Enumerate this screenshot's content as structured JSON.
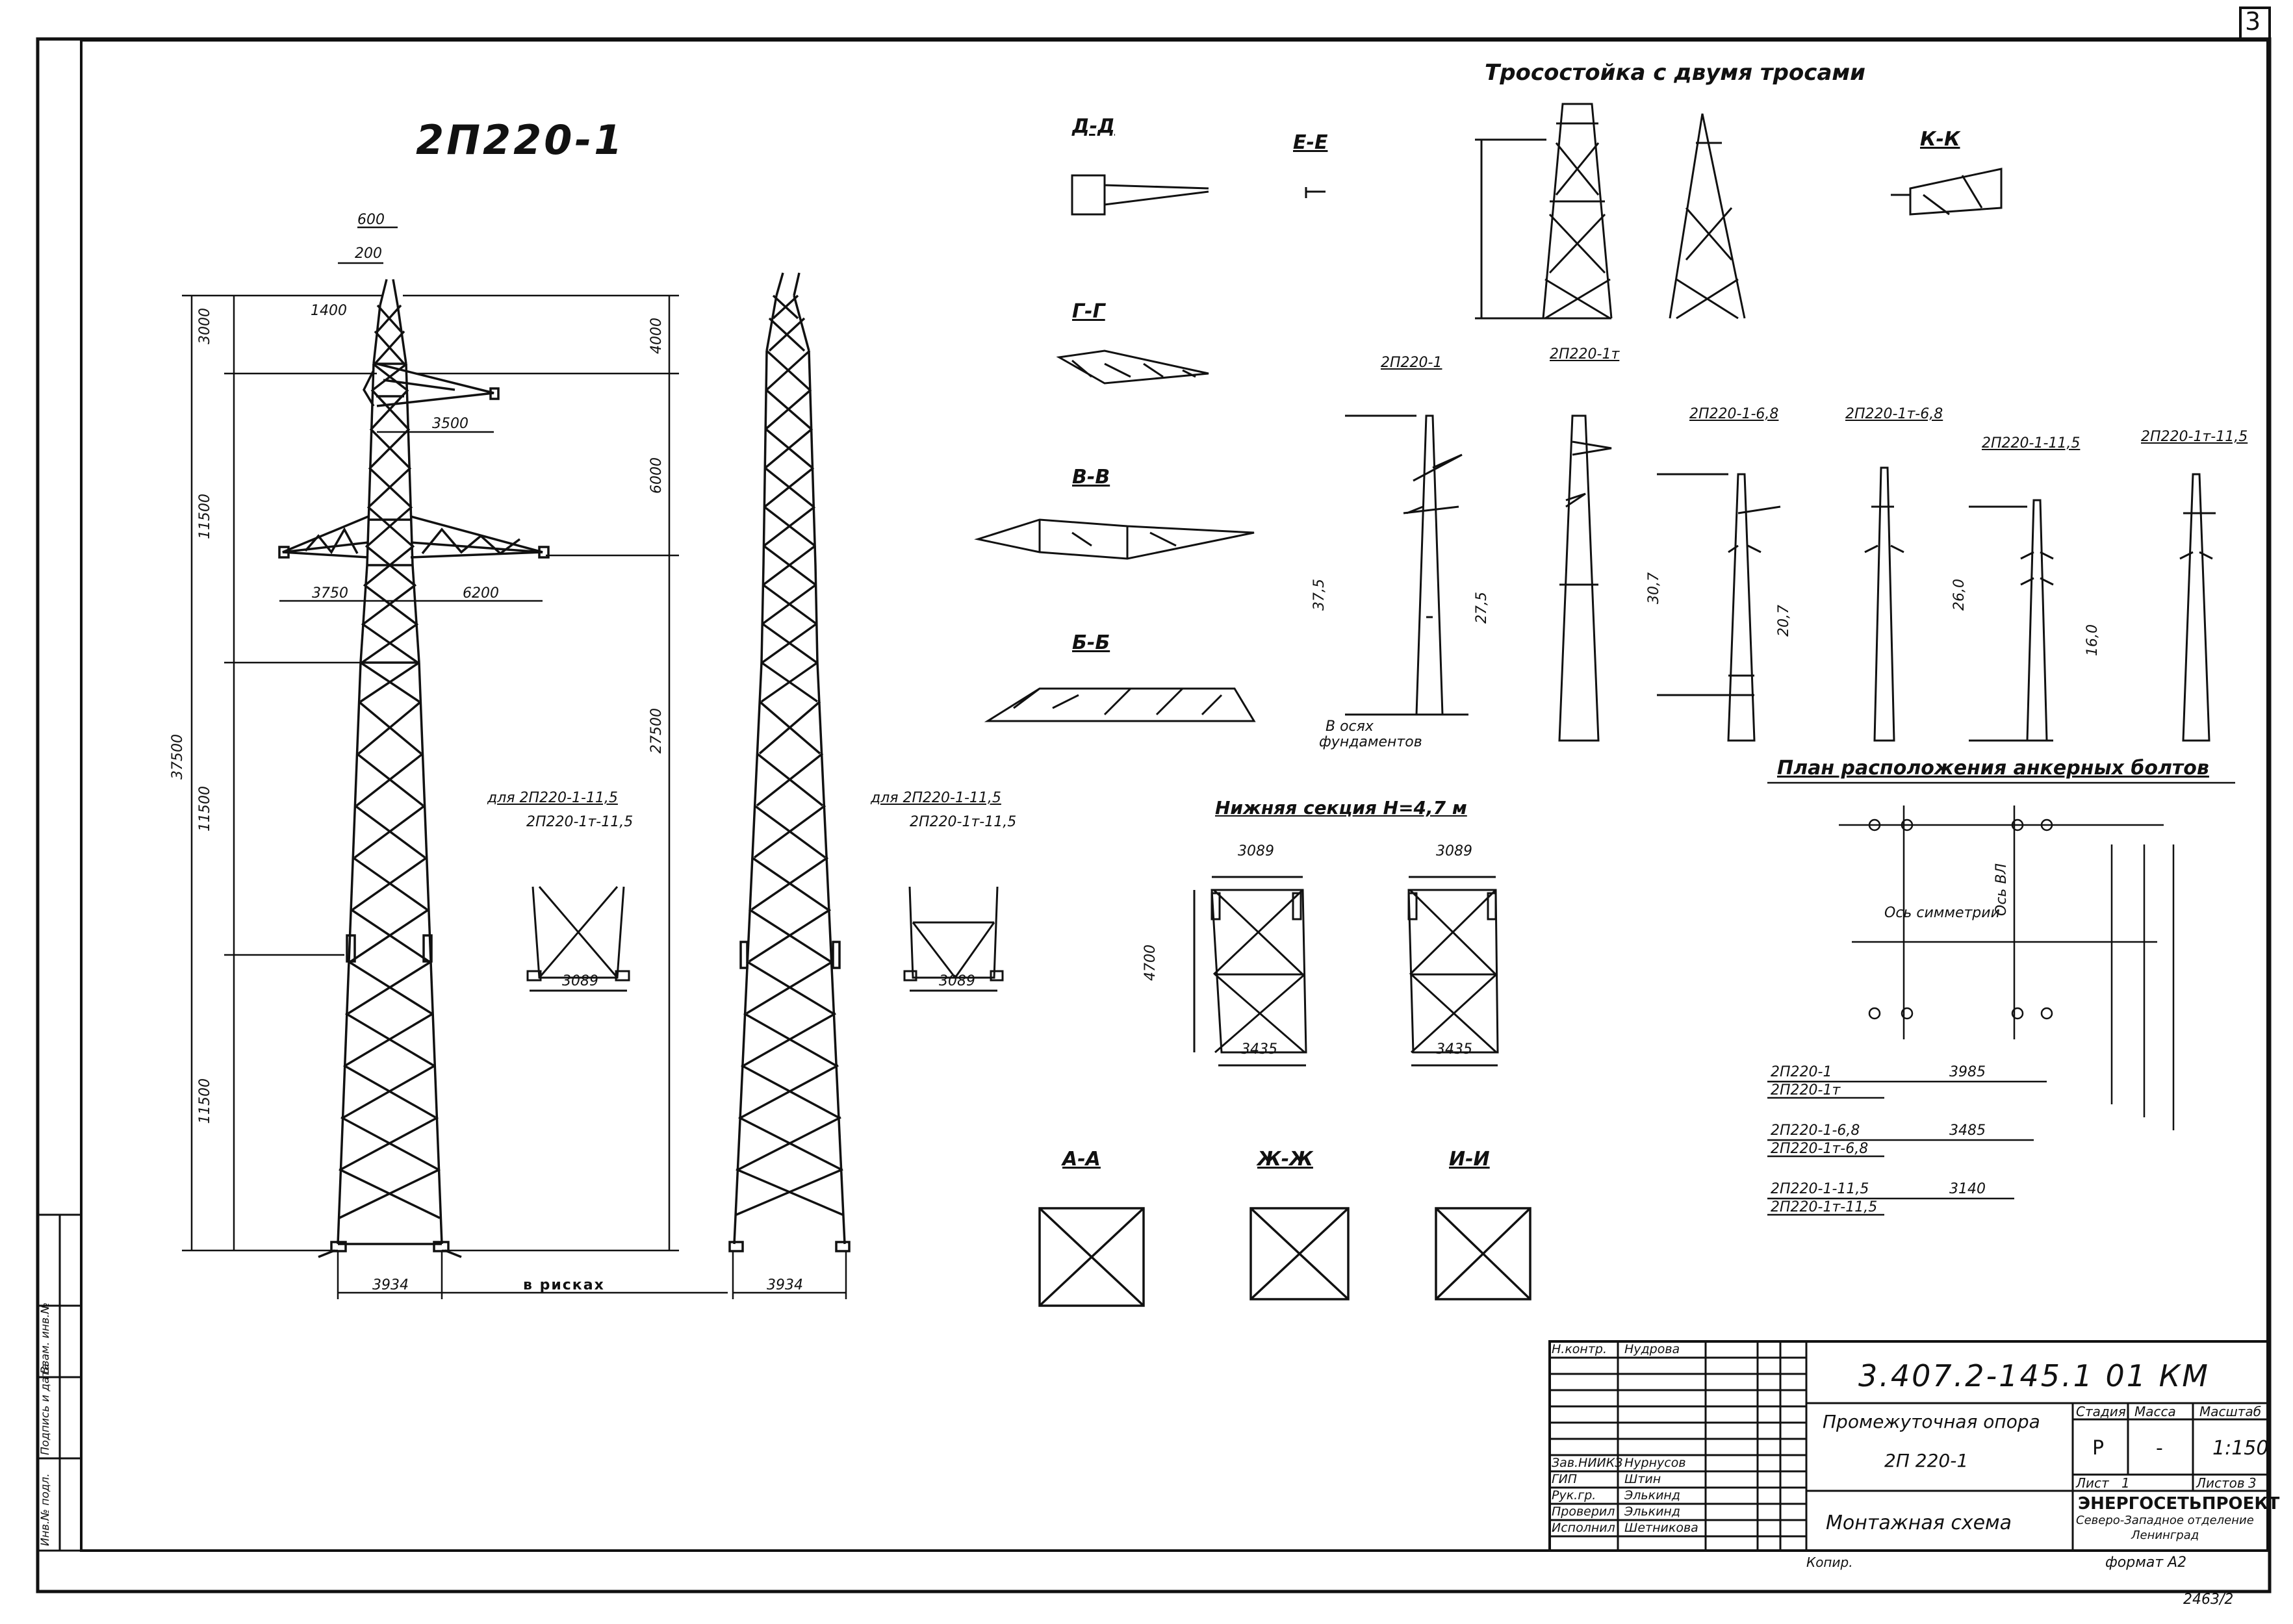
{
  "sheet": {
    "sheet_number": "3",
    "main_title": "2П220-1",
    "top_title": "Тросостойка с двумя тросами",
    "inv_footer": "2463/2"
  },
  "sections": {
    "dd": "Д-Д",
    "ee": "Е-Е",
    "gg": "Г-Г",
    "vv": "В-В",
    "bb": "Б-Б",
    "kk": "К-К",
    "aa": "А-А",
    "zhzh": "Ж-Ж",
    "ii": "И-И"
  },
  "main_tower": {
    "dims": {
      "total": "37500",
      "top": "3000",
      "mid": "11500",
      "low1": "11500",
      "low2": "11500",
      "right_top": "4000",
      "right_mid": "6000",
      "right_low": "27500",
      "arm_top": "3500",
      "arm_left": "3750",
      "arm_right": "6200",
      "base": "3934",
      "top_w": "600",
      "top_w2": "200",
      "mast": "1400"
    },
    "base_note": "в рисках"
  },
  "notes": {
    "for_1": "для 2П220-1-11,5",
    "for_2": "2П220-1т-11,5",
    "base_small": "3089"
  },
  "lower_section": {
    "title": "Нижняя секция Н=4,7 м",
    "top_w": "3089",
    "bottom_w": "3435",
    "height": "4700"
  },
  "variants": {
    "v1": "2П220-1",
    "v2": "2П220-1т",
    "v3": "2П220-1-6,8",
    "v4": "2П220-1т-6,8",
    "v5": "2П220-1-11,5",
    "v6": "2П220-1т-11,5",
    "axes_note_1": "В осях",
    "axes_note_2": "фундаментов",
    "v1_total": "37,5",
    "v1_lower": "27,5",
    "v3_total": "30,7",
    "v3_lower": "20,7",
    "v5_total": "26,0",
    "v5_lower": "16,0"
  },
  "bolt_plan": {
    "title": "План расположения анкерных болтов",
    "axis_sym": "Ось симметрии",
    "axis_vl": "Ось ВЛ",
    "rows": [
      {
        "name1": "2П220-1",
        "name2": "2П220-1т",
        "value": "3985"
      },
      {
        "name1": "2П220-1-6,8",
        "name2": "2П220-1т-6,8",
        "value": "3485"
      },
      {
        "name1": "2П220-1-11,5",
        "name2": "2П220-1т-11,5",
        "value": "3140"
      }
    ]
  },
  "title_block": {
    "code": "3.407.2-145.1 01 КМ",
    "name_1": "Промежуточная опора",
    "name_2": "2П 220-1",
    "sheet_title": "Монтажная схема",
    "stage_label": "Стадия",
    "mass_label": "Масса",
    "scale_label": "Масштаб",
    "stage": "Р",
    "mass": "-",
    "scale": "1:150",
    "sheet_label": "Лист",
    "sheet_value": "1",
    "sheets_label": "Листов",
    "sheets_value": "3",
    "org_1": "ЭНЕРГОСЕТЬПРОЕКТ",
    "org_2": "Северо-Западное отделение",
    "org_3": "Ленинград",
    "format": "формат А2",
    "copied": "Копир.",
    "people": [
      {
        "role": "Н.контр.",
        "name": "Нудрова"
      },
      {
        "role": "Зав.НИИКЗ",
        "name": "Нурнусов"
      },
      {
        "role": "ГИП",
        "name": "Штин"
      },
      {
        "role": "Рук.гр.",
        "name": "Элькинд"
      },
      {
        "role": "Проверил",
        "name": "Элькинд"
      },
      {
        "role": "Исполнил",
        "name": "Шетникова"
      }
    ]
  },
  "side_stamp": {
    "s1": "Инв.№ подл.",
    "s2": "Подпись и дата",
    "s3": "Взам. инв.№"
  }
}
